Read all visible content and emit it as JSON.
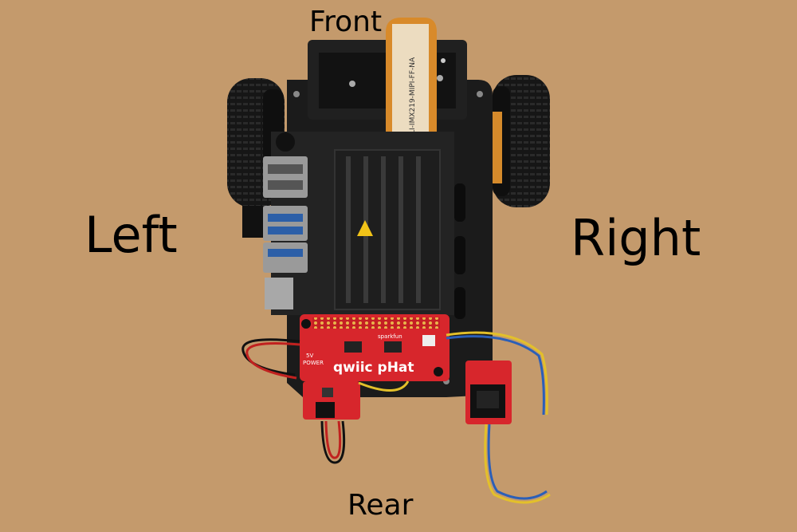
{
  "labels": {
    "front": "Front",
    "left": "Left",
    "right": "Right",
    "rear": "Rear"
  },
  "board": {
    "hat_name": "qwiic pHat",
    "brand": "sparkfun",
    "power_label_1": "5V",
    "power_label_2": "POWER"
  },
  "camera_cable_text": "LI-IMX219-MIPI-FF-NA",
  "colors": {
    "background": "#c49a6c",
    "chassis": "#1b1b1b",
    "hat_red": "#d7262c",
    "heatsink": "#1e1e1e",
    "cable_orange": "#d88a2a"
  }
}
